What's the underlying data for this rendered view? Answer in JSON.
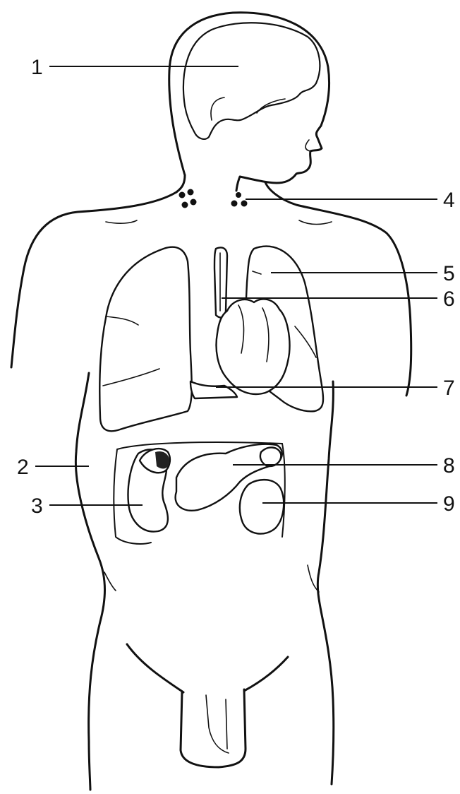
{
  "labels": [
    "1",
    "2",
    "3",
    "4",
    "5",
    "6",
    "7",
    "8",
    "9"
  ]
}
